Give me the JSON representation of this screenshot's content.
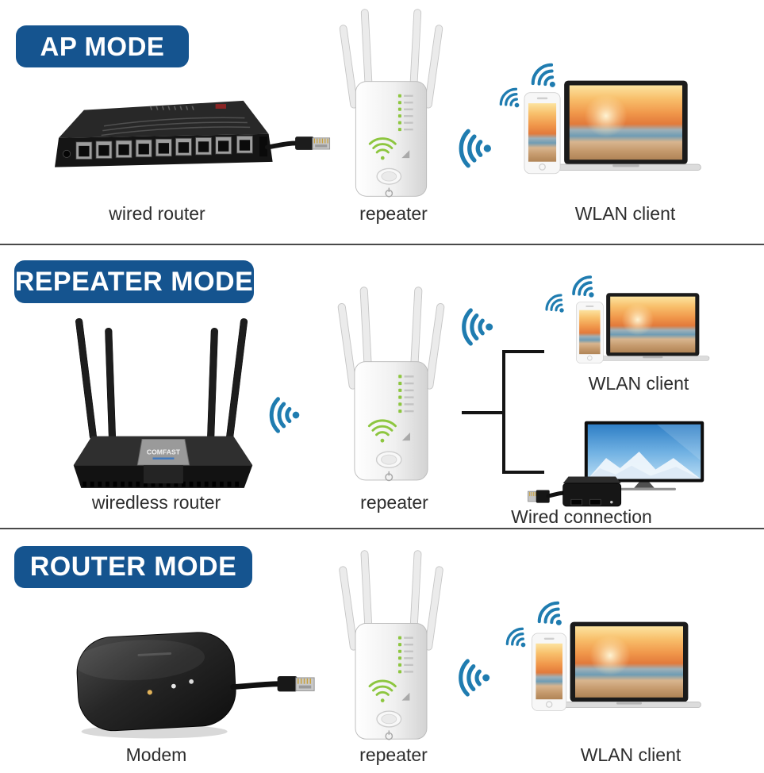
{
  "title": "WiFi repeater working modes infographic",
  "colors": {
    "banner_blue": "#15548f",
    "wifi_blue": "#1f7cb0",
    "led_green": "#8dc63f",
    "label_text": "#2d2d2d",
    "divider": "#4a4a4a"
  },
  "sections": [
    {
      "banner": "AP MODE",
      "labels": {
        "left": "wired router",
        "center": "repeater",
        "right": "WLAN client"
      }
    },
    {
      "banner": "REPEATER MODE",
      "labels": {
        "left": "wiredless router",
        "center": "repeater",
        "right": "WLAN client",
        "bottom_right": "Wired connection"
      }
    },
    {
      "banner": "ROUTER MODE",
      "labels": {
        "left": "Modem",
        "center": "repeater",
        "right": "WLAN client"
      }
    }
  ],
  "device_branding": {
    "wireless_router": "COMFAST"
  }
}
